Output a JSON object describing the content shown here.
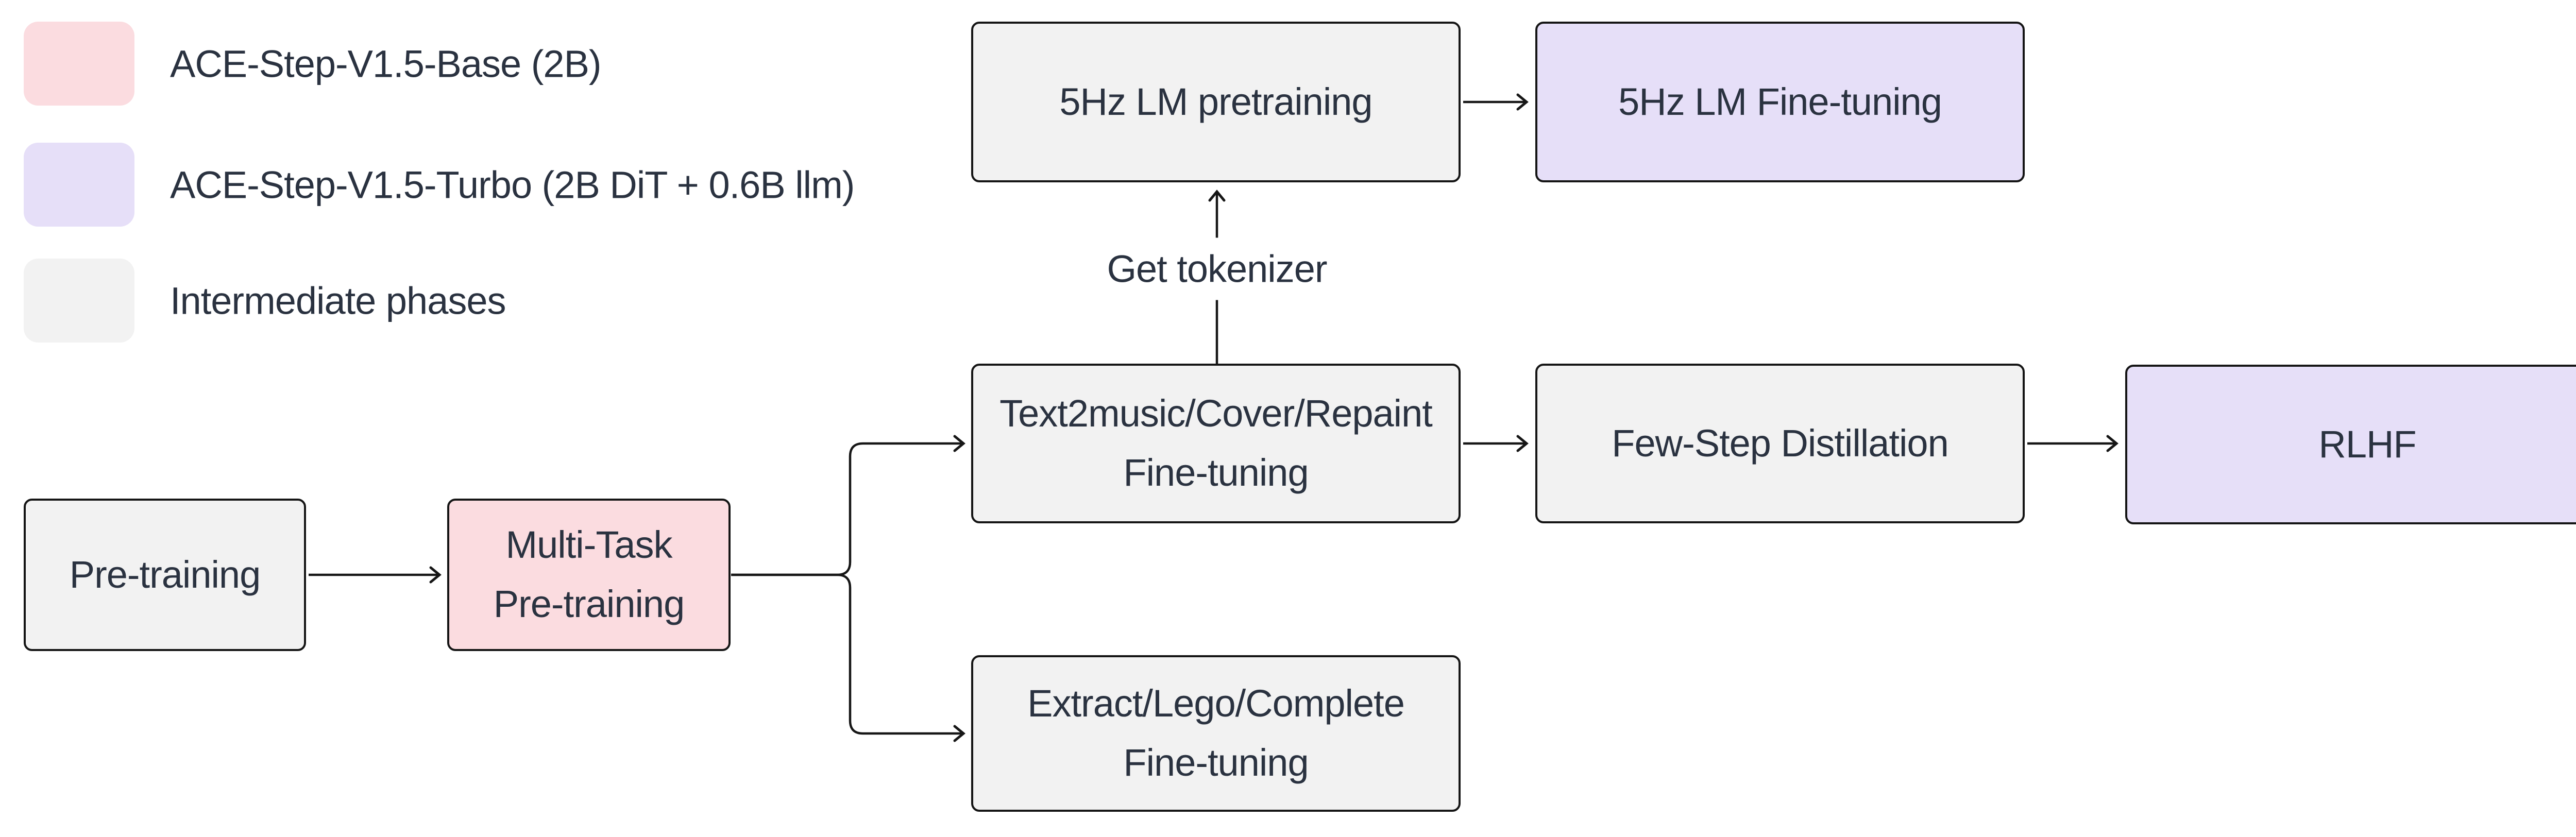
{
  "diagram": {
    "background": "#ffffff",
    "legend": {
      "items": [
        {
          "id": "base",
          "label": "ACE-Step-V1.5-Base (2B)",
          "color": "#fbdce0"
        },
        {
          "id": "turbo",
          "label": "ACE-Step-V1.5-Turbo (2B DiT + 0.6B llm)",
          "color": "#e6dff8"
        },
        {
          "id": "intermediate",
          "label": "Intermediate phases",
          "color": "#f2f2f2"
        }
      ]
    },
    "nodes": [
      {
        "id": "5hz-lm-pretraining",
        "label": "5Hz LM pretraining",
        "category": "intermediate"
      },
      {
        "id": "5hz-lm-fine-tuning",
        "label": "5Hz LM Fine-tuning",
        "category": "turbo"
      },
      {
        "id": "text2music-cover-repaint-fine-tuning",
        "label": "Text2music/Cover/Repaint\nFine-tuning",
        "category": "intermediate"
      },
      {
        "id": "few-step-distillation",
        "label": "Few-Step Distillation",
        "category": "intermediate"
      },
      {
        "id": "rlhf",
        "label": "RLHF",
        "category": "turbo"
      },
      {
        "id": "pre-training",
        "label": "Pre-training",
        "category": "intermediate"
      },
      {
        "id": "multi-task-pre-training",
        "label": "Multi-Task\nPre-training",
        "category": "base"
      },
      {
        "id": "extract-lego-complete-fine-tuning",
        "label": "Extract/Lego/Complete\nFine-tuning",
        "category": "intermediate"
      }
    ],
    "edges": [
      {
        "from": "pre-training",
        "to": "multi-task-pre-training",
        "label": ""
      },
      {
        "from": "multi-task-pre-training",
        "to": "text2music-cover-repaint-fine-tuning",
        "label": ""
      },
      {
        "from": "multi-task-pre-training",
        "to": "extract-lego-complete-fine-tuning",
        "label": ""
      },
      {
        "from": "text2music-cover-repaint-fine-tuning",
        "to": "5hz-lm-pretraining",
        "label": "Get tokenizer"
      },
      {
        "from": "5hz-lm-pretraining",
        "to": "5hz-lm-fine-tuning",
        "label": ""
      },
      {
        "from": "text2music-cover-repaint-fine-tuning",
        "to": "few-step-distillation",
        "label": ""
      },
      {
        "from": "few-step-distillation",
        "to": "rlhf",
        "label": ""
      }
    ],
    "colors": {
      "border": "#151515",
      "edge": "#161616",
      "text": "#2a3240",
      "intermediate_fill": "#f2f2f2",
      "base_fill": "#fbdce0",
      "turbo_fill": "#e6dff8"
    }
  }
}
